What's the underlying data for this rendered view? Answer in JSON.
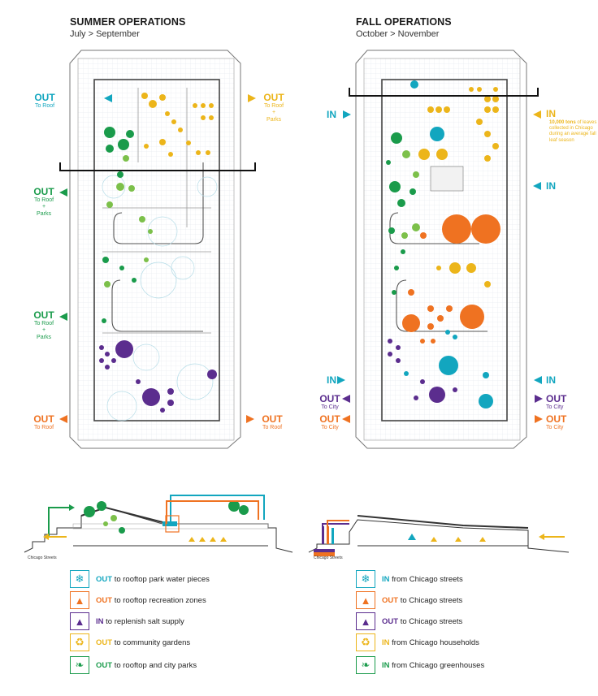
{
  "summer": {
    "title": "SUMMER OPERATIONS",
    "subtitle": "July > September",
    "flows": {
      "left_top": {
        "label": "OUT",
        "detail": "To Roof"
      },
      "right_top": {
        "label": "OUT",
        "detail": "To Roof\n+\nParks"
      },
      "left_mid": {
        "label": "OUT",
        "detail": "To Roof\n+\nParks"
      },
      "left_low": {
        "label": "OUT",
        "detail": "To Roof\n+\nParks"
      },
      "left_bottom": {
        "label": "OUT",
        "detail": "To Roof"
      },
      "right_bottom": {
        "label": "OUT",
        "detail": "To Roof"
      }
    }
  },
  "fall": {
    "title": "FALL OPERATIONS",
    "subtitle": "October > November",
    "flows": {
      "left_top": {
        "label": "IN"
      },
      "right_top": {
        "label": "IN",
        "note_bold": "10,000 tons",
        "note": " of leaves collected in Chicago during an average fall leaf season"
      },
      "right_mid": {
        "label": "IN"
      },
      "left_low": {
        "label": "IN"
      },
      "right_low": {
        "label": "IN"
      },
      "left_purple": {
        "label": "OUT",
        "detail": "To City"
      },
      "right_purple": {
        "label": "OUT",
        "detail": "To City"
      },
      "left_orange": {
        "label": "OUT",
        "detail": "To City"
      },
      "right_orange": {
        "label": "OUT",
        "detail": "To City"
      }
    }
  },
  "sections": {
    "summer_street": "Chicago Streets",
    "fall_street": "Chicago Streets"
  },
  "legend_summer": [
    {
      "icon": "snowflake-icon",
      "color": "#12a6bf",
      "verb": "OUT",
      "text": "to rooftop park water pieces"
    },
    {
      "icon": "mountain-icon",
      "color": "#ef7221",
      "verb": "OUT",
      "text": "to rooftop recreation zones"
    },
    {
      "icon": "mountain-icon",
      "color": "#5b2d8e",
      "verb": "IN",
      "text": "to replenish salt supply"
    },
    {
      "icon": "recycle-icon",
      "color": "#ecb51a",
      "verb": "OUT",
      "text": "to community gardens"
    },
    {
      "icon": "leaf-icon",
      "color": "#1a9b4b",
      "verb": "OUT",
      "text": "to rooftop and city parks"
    }
  ],
  "legend_fall": [
    {
      "icon": "snowflake-icon",
      "color": "#12a6bf",
      "verb": "IN",
      "text": "from Chicago streets"
    },
    {
      "icon": "mountain-icon",
      "color": "#ef7221",
      "verb": "OUT",
      "text": "to Chicago streets"
    },
    {
      "icon": "mountain-icon",
      "color": "#5b2d8e",
      "verb": "OUT",
      "text": "to Chicago streets"
    },
    {
      "icon": "recycle-icon",
      "color": "#ecb51a",
      "verb": "IN",
      "text": "from Chicago households"
    },
    {
      "icon": "leaf-icon",
      "color": "#1a9b4b",
      "verb": "IN",
      "text": "from Chicago greenhouses"
    }
  ],
  "colors": {
    "teal": "#12a6bf",
    "orange": "#ef7221",
    "purple": "#5b2d8e",
    "yellow": "#ecb51a",
    "green": "#1a9b4b",
    "lightgreen": "#7cc04a"
  }
}
